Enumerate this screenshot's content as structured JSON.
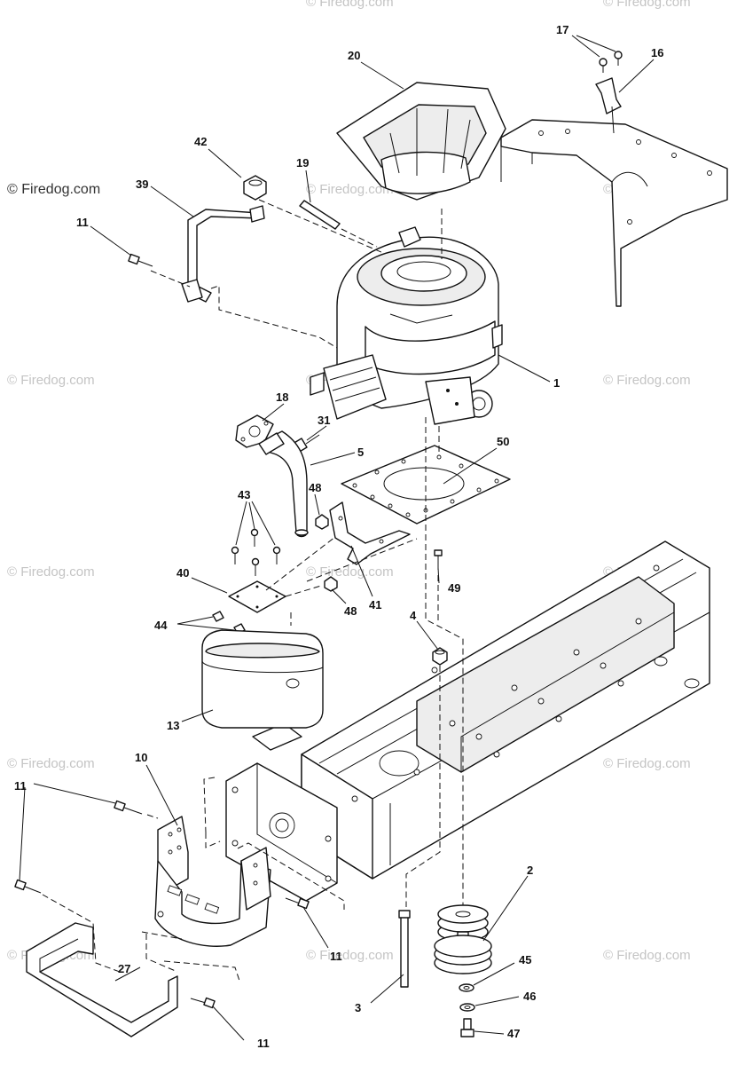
{
  "watermarks": {
    "primary": "© Firedog.com",
    "faint": "© Firedog.com"
  },
  "callouts": {
    "p1": "1",
    "p2": "2",
    "p3": "3",
    "p4": "4",
    "p5": "5",
    "p10": "10",
    "p11a": "11",
    "p11b": "11",
    "p11c": "11",
    "p11d": "11",
    "p13": "13",
    "p16": "16",
    "p17": "17",
    "p18": "18",
    "p19": "19",
    "p20": "20",
    "p27": "27",
    "p31": "31",
    "p39": "39",
    "p40": "40",
    "p41": "41",
    "p42": "42",
    "p43": "43",
    "p44": "44",
    "p45": "45",
    "p46": "46",
    "p47": "47",
    "p48a": "48",
    "p48b": "48",
    "p49": "49",
    "p50": "50"
  }
}
